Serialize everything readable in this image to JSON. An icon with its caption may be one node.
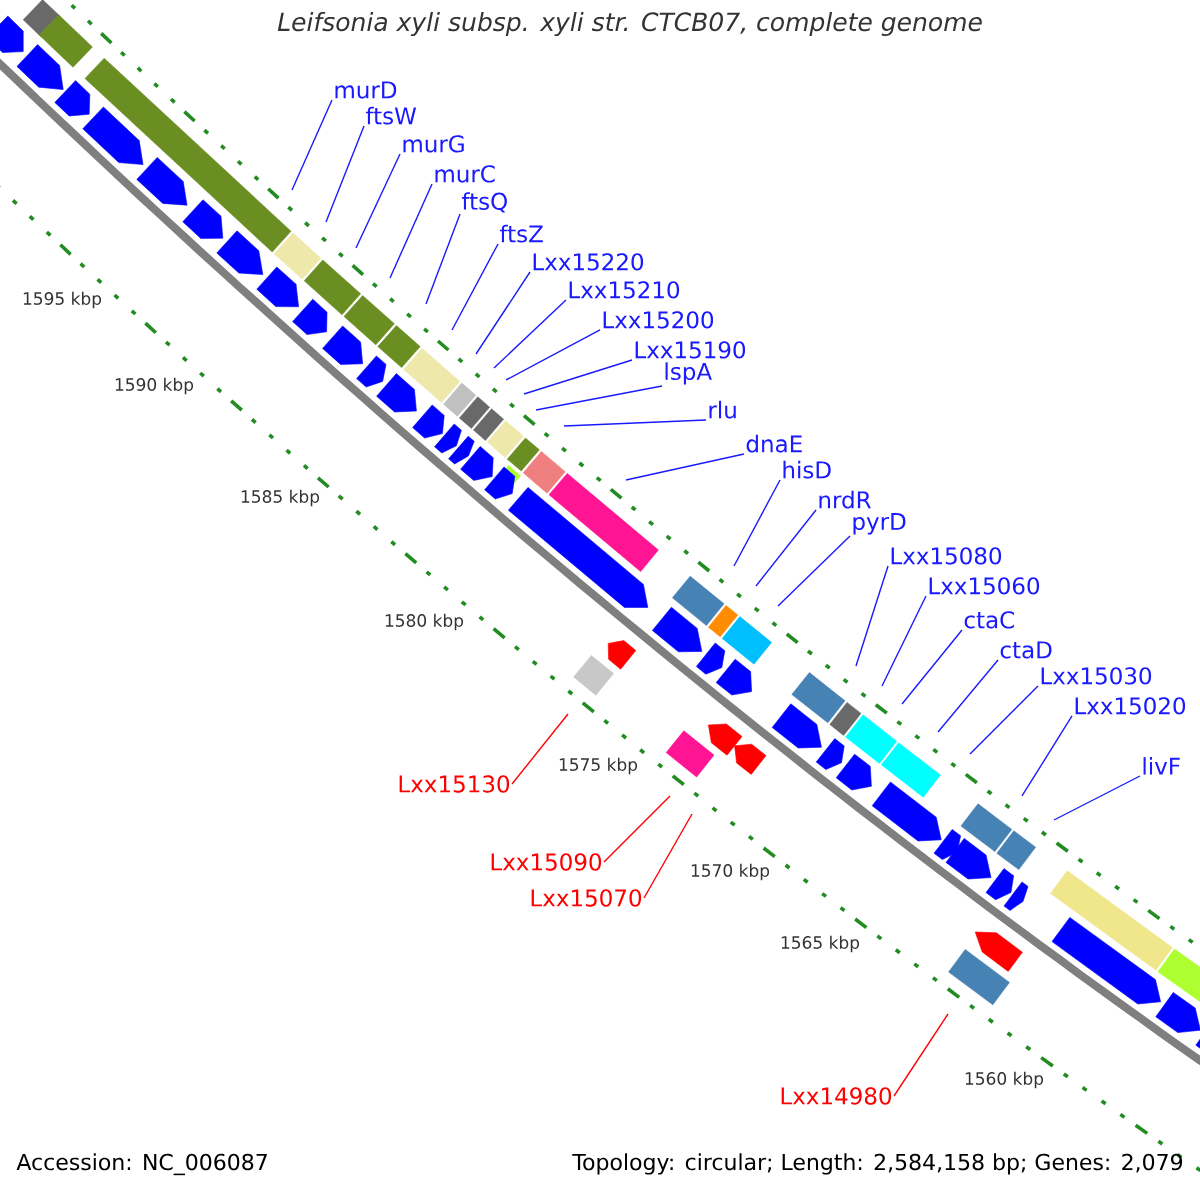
{
  "diagram": {
    "title": "Leifsonia xyli subsp. xyli str. CTCB07, complete genome",
    "nodes": [
      {
        "text": [
          "murD"
        ]
      },
      {
        "text": [
          "ftsW"
        ]
      },
      {
        "text": [
          "murG"
        ]
      },
      {
        "text": [
          "murC"
        ]
      },
      {
        "text": [
          "ftsQ"
        ]
      },
      {
        "text": [
          "ftsZ"
        ]
      },
      {
        "text": [
          "Lxx15220"
        ]
      },
      {
        "text": [
          "Lxx15210"
        ]
      },
      {
        "text": [
          "Lxx15200"
        ]
      },
      {
        "text": [
          "Lxx15190"
        ]
      },
      {
        "text": [
          "lspA"
        ]
      },
      {
        "text": [
          "rlu"
        ]
      },
      {
        "text": [
          "dnaE"
        ]
      },
      {
        "text": [
          "hisD"
        ]
      },
      {
        "text": [
          "nrdR"
        ]
      },
      {
        "text": [
          "pyrD"
        ]
      },
      {
        "text": [
          "Lxx15080"
        ]
      },
      {
        "text": [
          "Lxx15060"
        ]
      },
      {
        "text": [
          "ctaC"
        ]
      },
      {
        "text": [
          "ctaD"
        ]
      },
      {
        "text": [
          "Lxx15030"
        ]
      },
      {
        "text": [
          "Lxx15020"
        ]
      },
      {
        "text": [
          "livF"
        ]
      },
      {
        "text": [
          "Lxx15130"
        ]
      },
      {
        "text": [
          "Lxx15090"
        ]
      },
      {
        "text": [
          "Lxx15070"
        ]
      },
      {
        "text": [
          "Lxx14980"
        ]
      }
    ],
    "edges": [
      {
        "from": 0,
        "to": null,
        "arrow": "none"
      },
      {
        "from": 1,
        "to": null,
        "arrow": "none"
      },
      {
        "from": 2,
        "to": null,
        "arrow": "none"
      },
      {
        "from": 3,
        "to": null,
        "arrow": "none"
      },
      {
        "from": 4,
        "to": null,
        "arrow": "none"
      },
      {
        "from": 5,
        "to": null,
        "arrow": "none"
      },
      {
        "from": 6,
        "to": null,
        "arrow": "none"
      },
      {
        "from": 7,
        "to": null,
        "arrow": "none"
      },
      {
        "from": 8,
        "to": null,
        "arrow": "none"
      },
      {
        "from": 9,
        "to": null,
        "arrow": "none"
      },
      {
        "from": 10,
        "to": null,
        "arrow": "none"
      },
      {
        "from": 11,
        "to": null,
        "arrow": "none"
      },
      {
        "from": 12,
        "to": null,
        "arrow": "none"
      },
      {
        "from": 13,
        "to": null,
        "arrow": "none"
      },
      {
        "from": 14,
        "to": null,
        "arrow": "none"
      },
      {
        "from": 15,
        "to": null,
        "arrow": "none"
      },
      {
        "from": 16,
        "to": null,
        "arrow": "none"
      },
      {
        "from": 17,
        "to": null,
        "arrow": "none"
      },
      {
        "from": 18,
        "to": null,
        "arrow": "none"
      },
      {
        "from": 19,
        "to": null,
        "arrow": "none"
      },
      {
        "from": 20,
        "to": null,
        "arrow": "none"
      },
      {
        "from": 21,
        "to": null,
        "arrow": "none"
      },
      {
        "from": 22,
        "to": null,
        "arrow": "none"
      },
      {
        "from": 23,
        "to": null,
        "arrow": "none",
        "color": "#ff0000"
      },
      {
        "from": 24,
        "to": null,
        "arrow": "none",
        "color": "#ff0000"
      },
      {
        "from": 25,
        "to": null,
        "arrow": "none",
        "color": "#ff0000"
      },
      {
        "from": 26,
        "to": null,
        "arrow": "none",
        "color": "#ff0000"
      }
    ],
    "labels": [
      "1595 kbp",
      "1590 kbp",
      "1585 kbp",
      "1580 kbp",
      "1575 kbp",
      "1570 kbp",
      "1565 kbp",
      "1560 kbp",
      "Accession: NC_006087",
      "Topology: circular; Length: 2,584,158 bp; Genes: 2,079"
    ]
  }
}
